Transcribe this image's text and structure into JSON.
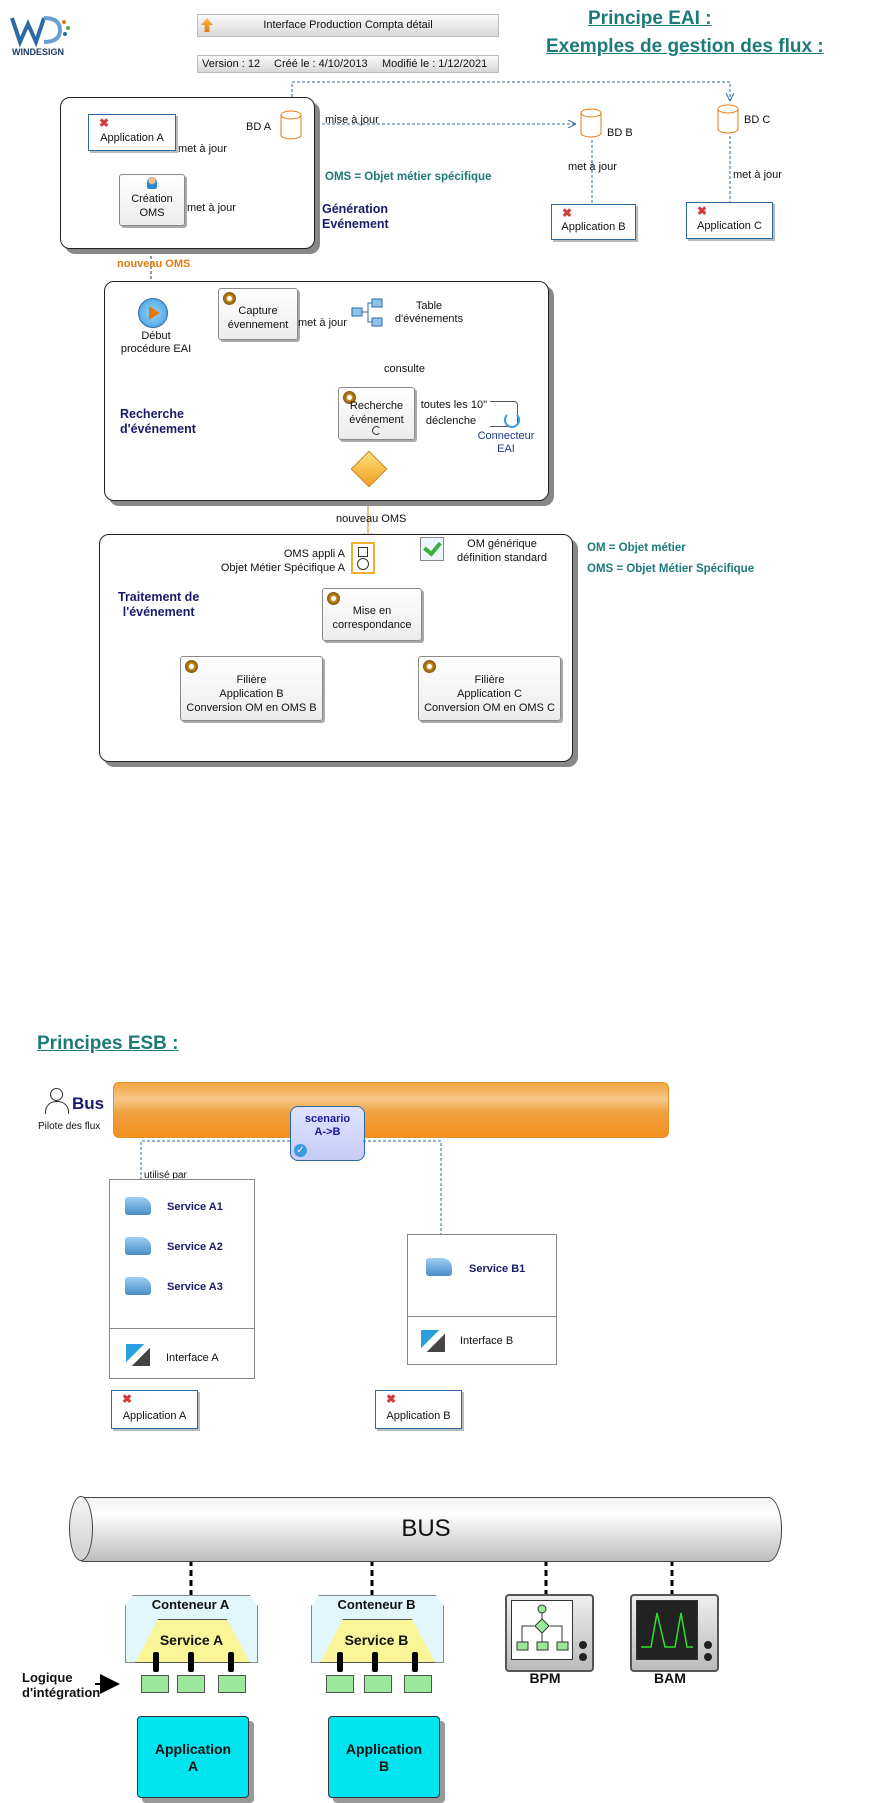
{
  "logo": {
    "text": "WINDESIGN"
  },
  "header": {
    "title": "Interface Production Compta détail",
    "version": "Version : 12",
    "created": "Créé le : 4/10/2013",
    "modified": "Modifié le : 1/12/2021"
  },
  "eai": {
    "title_line1": "Principe EAI :",
    "title_line2": "Exemples de gestion des flux :",
    "gen": {
      "app_a": "Application A",
      "bd_a": "BD A",
      "met_a_jour_1": "met à jour",
      "creation": "Création\nOMS",
      "met_a_jour_2": "met à jour",
      "mise_a_jour": "mise à jour",
      "oms_def": "OMS = Objet métier spécifique",
      "section_label": "Génération\nEvénement",
      "bd_b": "BD B",
      "bd_c": "BD C",
      "met_a_jour_b": "met à jour",
      "met_a_jour_c": "met à jour",
      "app_b": "Application B",
      "app_c": "Application C"
    },
    "nouveau_oms_1": "nouveau OMS",
    "search": {
      "debut": "Début\nprocédure EAI",
      "capture": "Capture\névennement",
      "met_a_jour": "met à jour",
      "table": "Table\nd'événements",
      "consulte": "consulte",
      "recherche": "Recherche\névénement",
      "toutes": "toutes les 10''",
      "declenche": "déclenche",
      "connecteur": "Connecteur\nEAI",
      "section_label": "Recherche\nd'événement"
    },
    "nouveau_oms_2": "nouveau OMS",
    "treat": {
      "oms_appli": "OMS appli A\nObjet Métier Spécifique A",
      "om_generique": "OM générique\ndéfinition standard",
      "mise": "Mise en\ncorrespondance",
      "filiere_b": "Filière\nApplication B\nConversion OM en OMS B",
      "filiere_c": "Filière\nApplication C\nConversion OM en OMS C",
      "section_label": "Traitement de\nl'événement"
    },
    "def_om": "OM = Objet métier",
    "def_oms": "OMS = Objet Métier Spécifique"
  },
  "esb": {
    "title": "Principes ESB :",
    "bus": "Bus",
    "pilote": "Pilote des flux",
    "scenario": "scenario\nA->B",
    "utilise": "utilisé par",
    "services_a": [
      "Service A1",
      "Service A2",
      "Service A3"
    ],
    "interface_a": "Interface A",
    "service_b1": "Service B1",
    "interface_b": "Interface B",
    "app_a": "Application A",
    "app_b": "Application B"
  },
  "bus2": {
    "bus": "BUS",
    "conteneur_a": "Conteneur A",
    "service_a": "Service A",
    "conteneur_b": "Conteneur B",
    "service_b": "Service B",
    "bpm": "BPM",
    "bam": "BAM",
    "logique": "Logique\nd'intégration",
    "application_a": "Application\nA",
    "application_b": "Application\nB"
  },
  "colors": {
    "teal": "#1c7a78",
    "navy": "#1a1a6a",
    "orange": "#e07a10",
    "blue": "#2b6aa5",
    "cyan": "#00e5f0",
    "yellow": "#fbf59a",
    "green": "#9be89b"
  }
}
